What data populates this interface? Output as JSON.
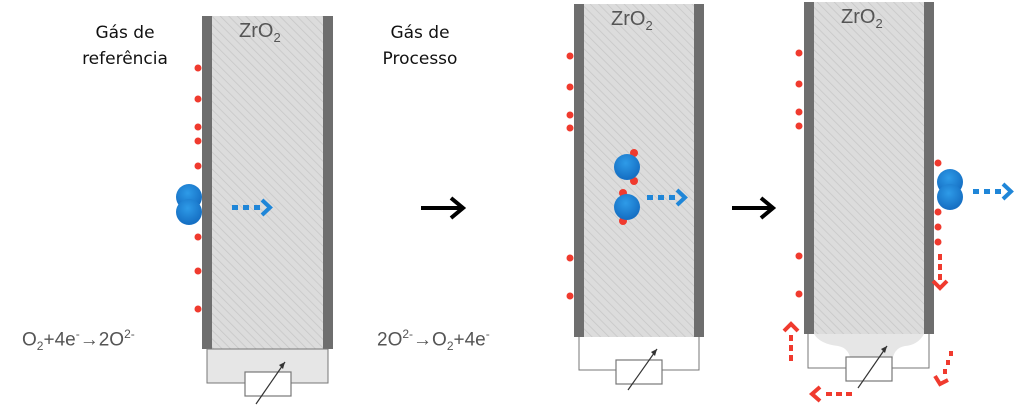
{
  "panels": [
    {
      "gas_label_line1": "Gás de",
      "gas_label_line2": "referência",
      "material_base": "ZrO",
      "material_sub": "2",
      "equation": {
        "p1": "O",
        "p1sub": "2",
        "p2": "+4e",
        "p2sup": "-",
        "arrow": "→",
        "p3": "2O",
        "p3sup": "2-"
      }
    },
    {
      "gas_label_line1": "Gás de",
      "gas_label_line2": "Processo",
      "material_base": "ZrO",
      "material_sub": "2",
      "equation": {
        "p1": "2O",
        "p1sup": "2-",
        "arrow": "→",
        "p2": "O",
        "p2sub": "2",
        "p3": "+4e",
        "p3sup": "-"
      }
    },
    {
      "material_base": "ZrO",
      "material_sub": "2"
    }
  ],
  "colors": {
    "electrode": "#6e6e6e",
    "ceramic": "#d9d9d9",
    "electron": "#f03a2e",
    "oxygen": "#1f86d8",
    "arrow": "#000000"
  }
}
